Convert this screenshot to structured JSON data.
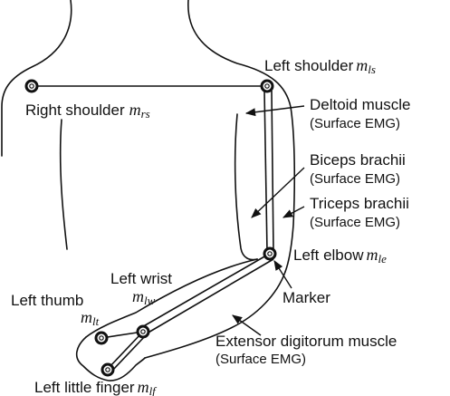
{
  "labels": {
    "left_shoulder": {
      "text": "Left shoulder",
      "symbol": "m",
      "sub": "ls"
    },
    "right_shoulder": {
      "text": "Right shoulder",
      "symbol": "m",
      "sub": "rs"
    },
    "deltoid": {
      "line1": "Deltoid muscle",
      "line2": "(Surface EMG)"
    },
    "biceps": {
      "line1": "Biceps brachii",
      "line2": "(Surface EMG)"
    },
    "triceps": {
      "line1": "Triceps brachii",
      "line2": "(Surface EMG)"
    },
    "left_elbow": {
      "text": "Left elbow",
      "symbol": "m",
      "sub": "le"
    },
    "left_wrist": {
      "text": "Left wrist",
      "symbol": "m",
      "sub": "lw"
    },
    "left_thumb": {
      "text": "Left thumb",
      "symbol": "m",
      "sub": "lt"
    },
    "marker": {
      "text": "Marker"
    },
    "extensor": {
      "line1": "Extensor digitorum muscle",
      "line2": "(Surface EMG)"
    },
    "left_little_finger": {
      "text": "Left little finger",
      "symbol": "m",
      "sub": "lf"
    }
  }
}
